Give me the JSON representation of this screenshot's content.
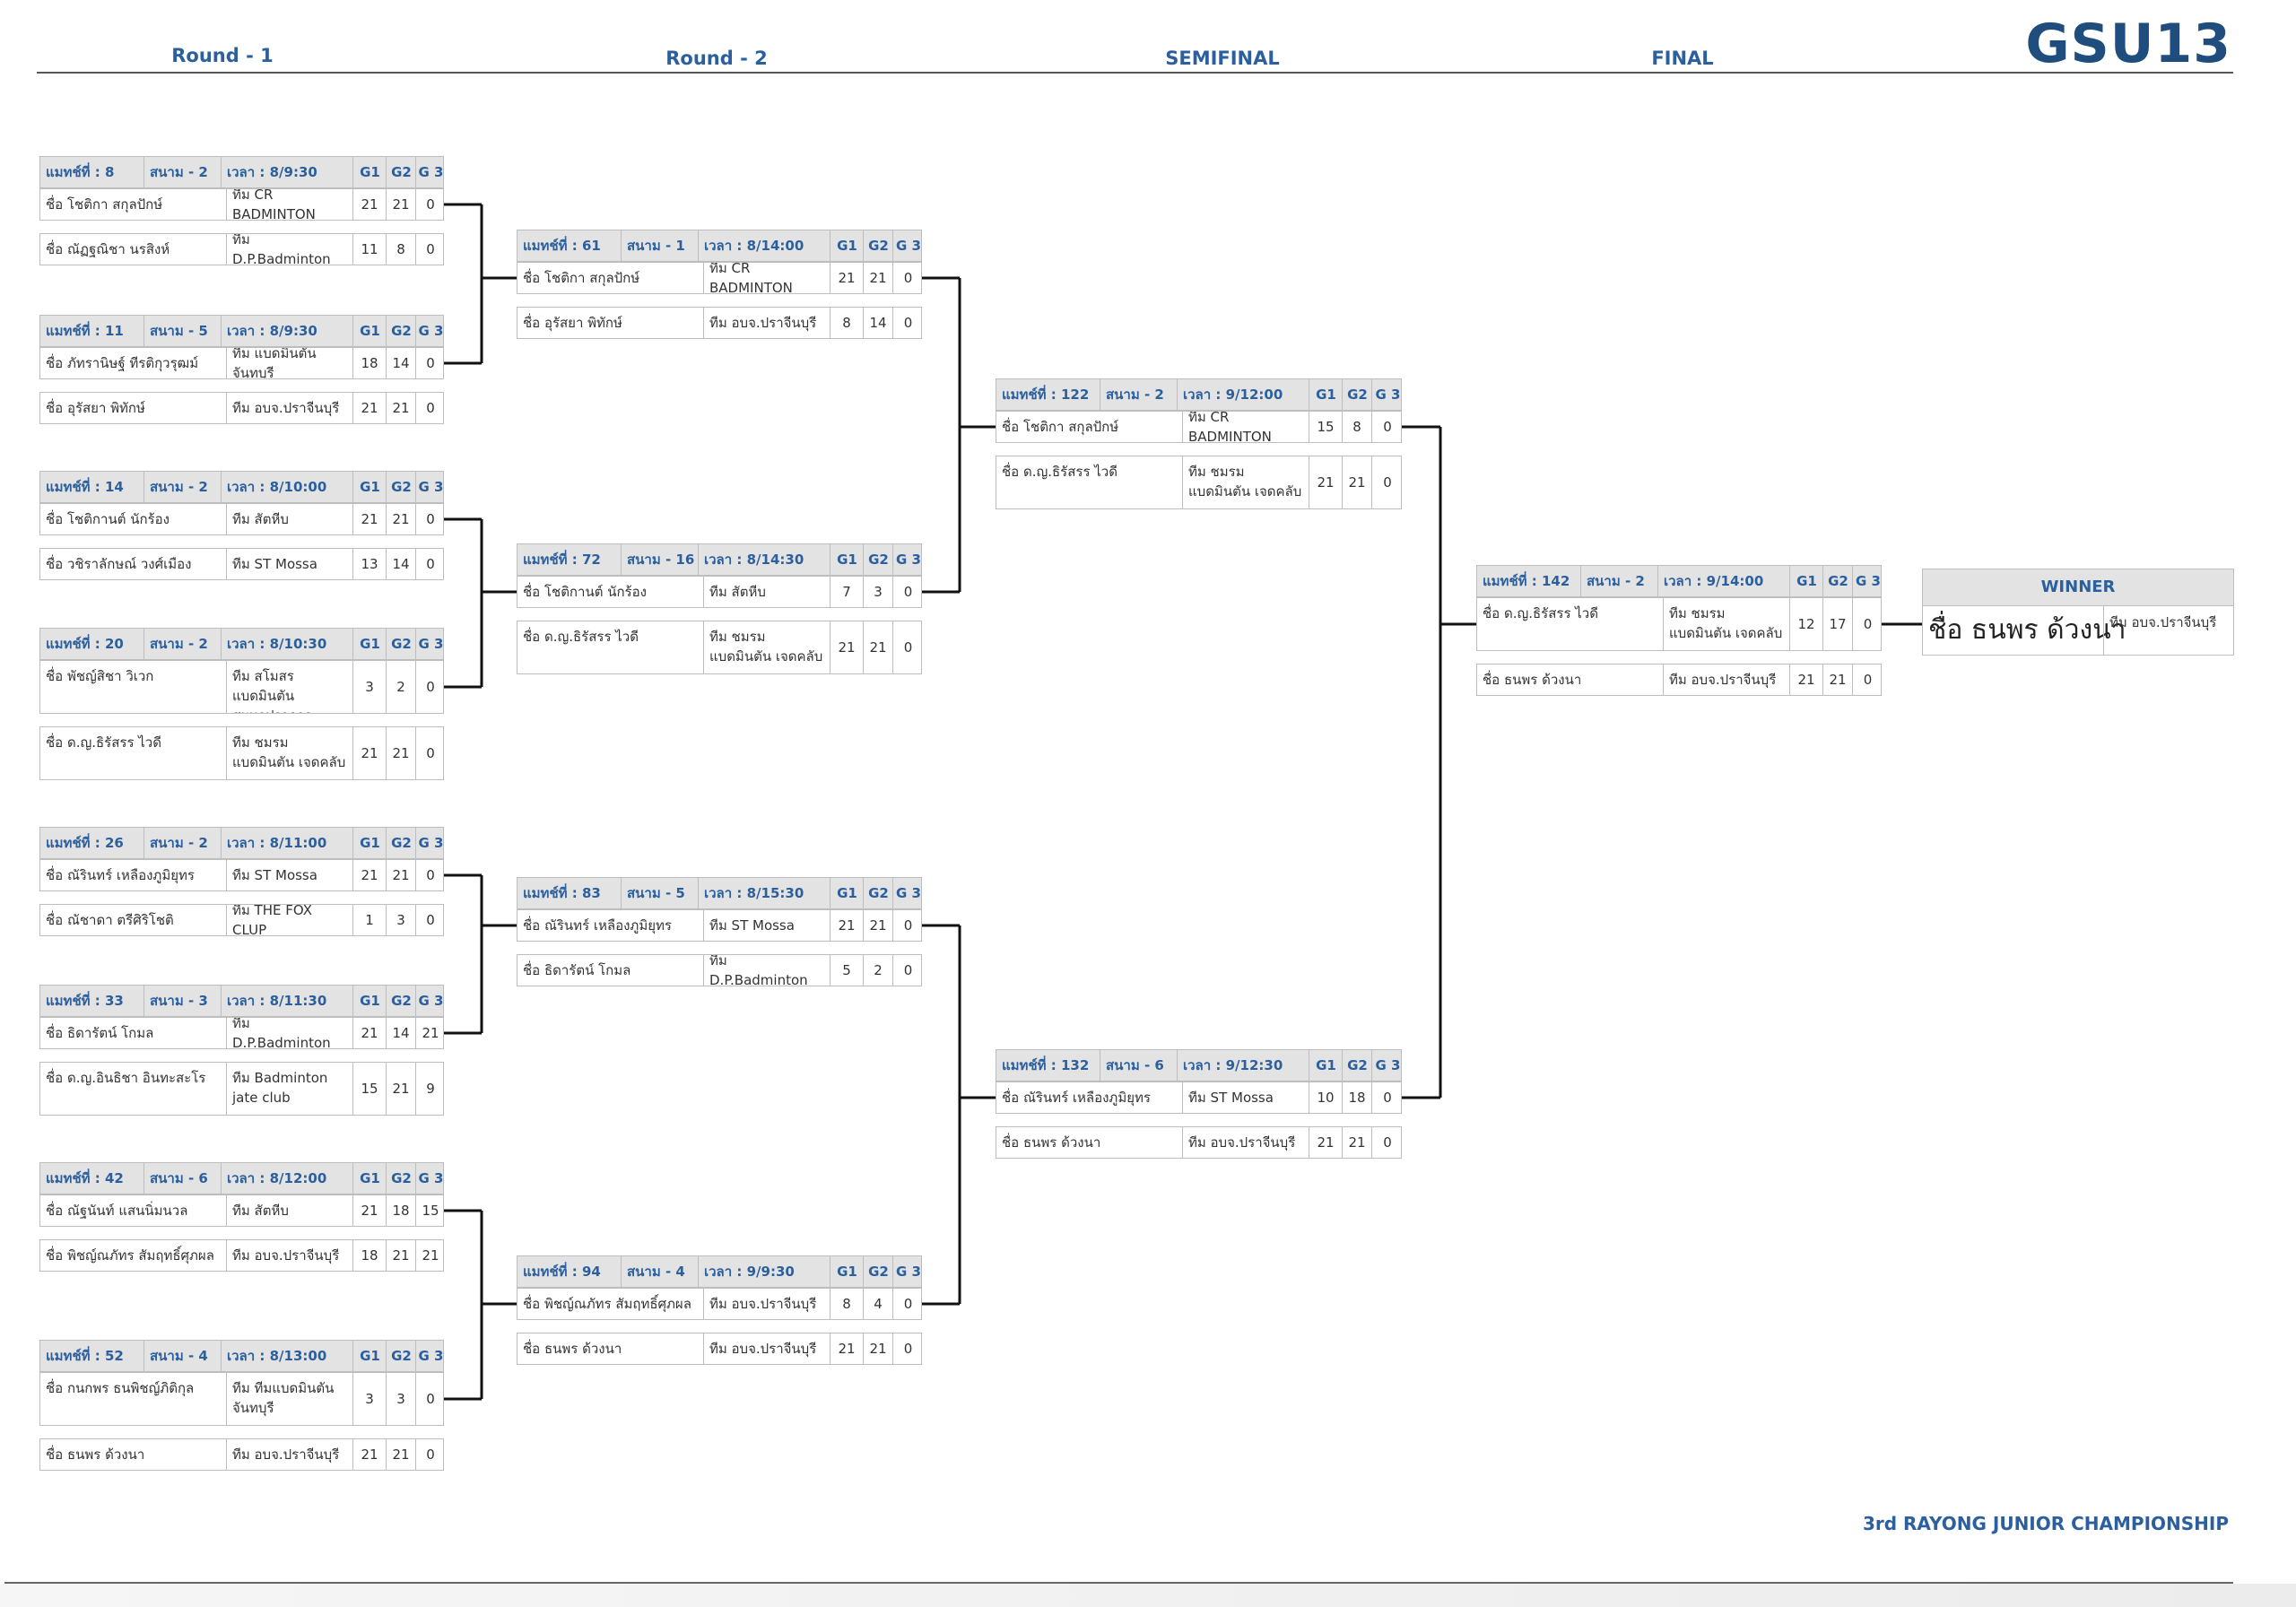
{
  "header": {
    "rounds": [
      "Round - 1",
      "Round - 2",
      "SEMIFINAL",
      "FINAL"
    ],
    "brand": "GSU13"
  },
  "footer": "3rd RAYONG JUNIOR CHAMPIONSHIP",
  "game_labels": [
    "G1",
    "G2",
    "G 3"
  ],
  "rounds": [
    {
      "matches": [
        {
          "match": "แมทช์ที่ : 8",
          "court": "สนาม - 2",
          "time": "เวลา : 8/9:30",
          "players": [
            {
              "name": "ชื่อ โชติกา สกุลปักษ์",
              "team": "ทีม CR BADMINTON",
              "scores": [
                "21",
                "21",
                "0"
              ]
            },
            {
              "name": "ชื่อ ณัฏฐณิชา นรสิงห์",
              "team": "ทีม D.P.Badminton",
              "scores": [
                "11",
                "8",
                "0"
              ]
            }
          ]
        },
        {
          "match": "แมทช์ที่ : 11",
          "court": "สนาม - 5",
          "time": "เวลา : 8/9:30",
          "players": [
            {
              "name": "ชื่อ ภัทรานิษฐ์ ทีรติกุวรุฒม์",
              "team": "ทีม แบดมินตันจันทบุรี",
              "scores": [
                "18",
                "14",
                "0"
              ]
            },
            {
              "name": "ชื่อ อุรัสยา พิทักษ์",
              "team": "ทีม อบจ.ปราจีนบุรี",
              "scores": [
                "21",
                "21",
                "0"
              ]
            }
          ]
        },
        {
          "match": "แมทช์ที่ : 14",
          "court": "สนาม - 2",
          "time": "เวลา : 8/10:00",
          "players": [
            {
              "name": "ชื่อ โชติกานต์ นักร้อง",
              "team": "ทีม สัตหีบ",
              "scores": [
                "21",
                "21",
                "0"
              ]
            },
            {
              "name": "ชื่อ วชิราลักษณ์ วงศ์เมือง",
              "team": "ทีม ST Mossa",
              "scores": [
                "13",
                "14",
                "0"
              ]
            }
          ]
        },
        {
          "match": "แมทช์ที่ : 20",
          "court": "สนาม - 2",
          "time": "เวลา : 8/10:30",
          "players": [
            {
              "name": "ชื่อ พัชญ์สิชา วิเวก",
              "team": "ทีม สโมสรแบดมินตัน สมุทรปราการ",
              "scores": [
                "3",
                "2",
                "0"
              ]
            },
            {
              "name": "ชื่อ ด.ญ.ธิรัสรร ไวดี",
              "team": "ทีม ชมรมแบดมินตัน เจดคลับ",
              "scores": [
                "21",
                "21",
                "0"
              ]
            }
          ]
        },
        {
          "match": "แมทช์ที่ : 26",
          "court": "สนาม - 2",
          "time": "เวลา : 8/11:00",
          "players": [
            {
              "name": "ชื่อ ณัรินทร์ เหลืองภูมิยุทร",
              "team": "ทีม ST Mossa",
              "scores": [
                "21",
                "21",
                "0"
              ]
            },
            {
              "name": "ชื่อ ณัชาดา ตรีศิริโชติ",
              "team": "ทีม THE FOX CLUP",
              "scores": [
                "1",
                "3",
                "0"
              ]
            }
          ]
        },
        {
          "match": "แมทช์ที่ : 33",
          "court": "สนาม - 3",
          "time": "เวลา : 8/11:30",
          "players": [
            {
              "name": "ชื่อ ธิดารัตน์ โกมล",
              "team": "ทีม D.P.Badminton",
              "scores": [
                "21",
                "14",
                "21"
              ]
            },
            {
              "name": "ชื่อ ด.ญ.อินธิชา อินทะสะโร",
              "team": "ทีม Badminton jate club",
              "scores": [
                "15",
                "21",
                "9"
              ]
            }
          ]
        },
        {
          "match": "แมทช์ที่ : 42",
          "court": "สนาม - 6",
          "time": "เวลา : 8/12:00",
          "players": [
            {
              "name": "ชื่อ ณัฐนันท์ แสนนิ่มนวล",
              "team": "ทีม สัตหีบ",
              "scores": [
                "21",
                "18",
                "15"
              ]
            },
            {
              "name": "ชื่อ พิชญ์ณภัทร สัมฤทธิ์ศุภผล",
              "team": "ทีม อบจ.ปราจีนบุรี",
              "scores": [
                "18",
                "21",
                "21"
              ]
            }
          ]
        },
        {
          "match": "แมทช์ที่ : 52",
          "court": "สนาม - 4",
          "time": "เวลา : 8/13:00",
          "players": [
            {
              "name": "ชื่อ กนกพร ธนพิชญ์ภิติกุล",
              "team": "ทีม ทีมแบดมินตัน จันทบุรี",
              "scores": [
                "3",
                "3",
                "0"
              ]
            },
            {
              "name": "ชื่อ ธนพร ด้วงนา",
              "team": "ทีม อบจ.ปราจีนบุรี",
              "scores": [
                "21",
                "21",
                "0"
              ]
            }
          ]
        }
      ]
    },
    {
      "matches": [
        {
          "match": "แมทช์ที่ : 61",
          "court": "สนาม - 1",
          "time": "เวลา : 8/14:00",
          "players": [
            {
              "name": "ชื่อ โชติกา สกุลปักษ์",
              "team": "ทีม CR BADMINTON",
              "scores": [
                "21",
                "21",
                "0"
              ]
            },
            {
              "name": "ชื่อ อุรัสยา พิทักษ์",
              "team": "ทีม อบจ.ปราจีนบุรี",
              "scores": [
                "8",
                "14",
                "0"
              ]
            }
          ]
        },
        {
          "match": "แมทช์ที่ : 72",
          "court": "สนาม - 16",
          "time": "เวลา : 8/14:30",
          "players": [
            {
              "name": "ชื่อ โชติกานต์ นักร้อง",
              "team": "ทีม สัตหีบ",
              "scores": [
                "7",
                "3",
                "0"
              ]
            },
            {
              "name": "ชื่อ ด.ญ.ธิรัสรร ไวดี",
              "team": "ทีม ชมรมแบดมินตัน เจดคลับ",
              "scores": [
                "21",
                "21",
                "0"
              ]
            }
          ]
        },
        {
          "match": "แมทช์ที่ : 83",
          "court": "สนาม - 5",
          "time": "เวลา : 8/15:30",
          "players": [
            {
              "name": "ชื่อ ณัรินทร์ เหลืองภูมิยุทร",
              "team": "ทีม ST Mossa",
              "scores": [
                "21",
                "21",
                "0"
              ]
            },
            {
              "name": "ชื่อ ธิดารัตน์ โกมล",
              "team": "ทีม D.P.Badminton",
              "scores": [
                "5",
                "2",
                "0"
              ]
            }
          ]
        },
        {
          "match": "แมทช์ที่ : 94",
          "court": "สนาม - 4",
          "time": "เวลา : 9/9:30",
          "players": [
            {
              "name": "ชื่อ พิชญ์ณภัทร สัมฤทธิ์ศุภผล",
              "team": "ทีม อบจ.ปราจีนบุรี",
              "scores": [
                "8",
                "4",
                "0"
              ]
            },
            {
              "name": "ชื่อ ธนพร ด้วงนา",
              "team": "ทีม อบจ.ปราจีนบุรี",
              "scores": [
                "21",
                "21",
                "0"
              ]
            }
          ]
        }
      ]
    },
    {
      "matches": [
        {
          "match": "แมทช์ที่ : 122",
          "court": "สนาม - 2",
          "time": "เวลา : 9/12:00",
          "players": [
            {
              "name": "ชื่อ โชติกา สกุลปักษ์",
              "team": "ทีม CR BADMINTON",
              "scores": [
                "15",
                "8",
                "0"
              ]
            },
            {
              "name": "ชื่อ ด.ญ.ธิรัสรร ไวดี",
              "team": "ทีม ชมรมแบดมินตัน เจดคลับ",
              "scores": [
                "21",
                "21",
                "0"
              ]
            }
          ]
        },
        {
          "match": "แมทช์ที่ : 132",
          "court": "สนาม - 6",
          "time": "เวลา : 9/12:30",
          "players": [
            {
              "name": "ชื่อ ณัรินทร์ เหลืองภูมิยุทร",
              "team": "ทีม ST Mossa",
              "scores": [
                "10",
                "18",
                "0"
              ]
            },
            {
              "name": "ชื่อ ธนพร ด้วงนา",
              "team": "ทีม อบจ.ปราจีนบุรี",
              "scores": [
                "21",
                "21",
                "0"
              ]
            }
          ]
        }
      ]
    },
    {
      "matches": [
        {
          "match": "แมทช์ที่ : 142",
          "court": "สนาม - 2",
          "time": "เวลา : 9/14:00",
          "players": [
            {
              "name": "ชื่อ ด.ญ.ธิรัสรร ไวดี",
              "team": "ทีม ชมรมแบดมินตัน เจดคลับ",
              "scores": [
                "12",
                "17",
                "0"
              ]
            },
            {
              "name": "ชื่อ ธนพร ด้วงนา",
              "team": "ทีม อบจ.ปราจีนบุรี",
              "scores": [
                "21",
                "21",
                "0"
              ]
            }
          ]
        }
      ]
    }
  ],
  "winner": {
    "label": "WINNER",
    "name": "ชื่อ ธนพร ด้วงนา",
    "team": "ทีม อบจ.ปราจีนบุรี"
  }
}
